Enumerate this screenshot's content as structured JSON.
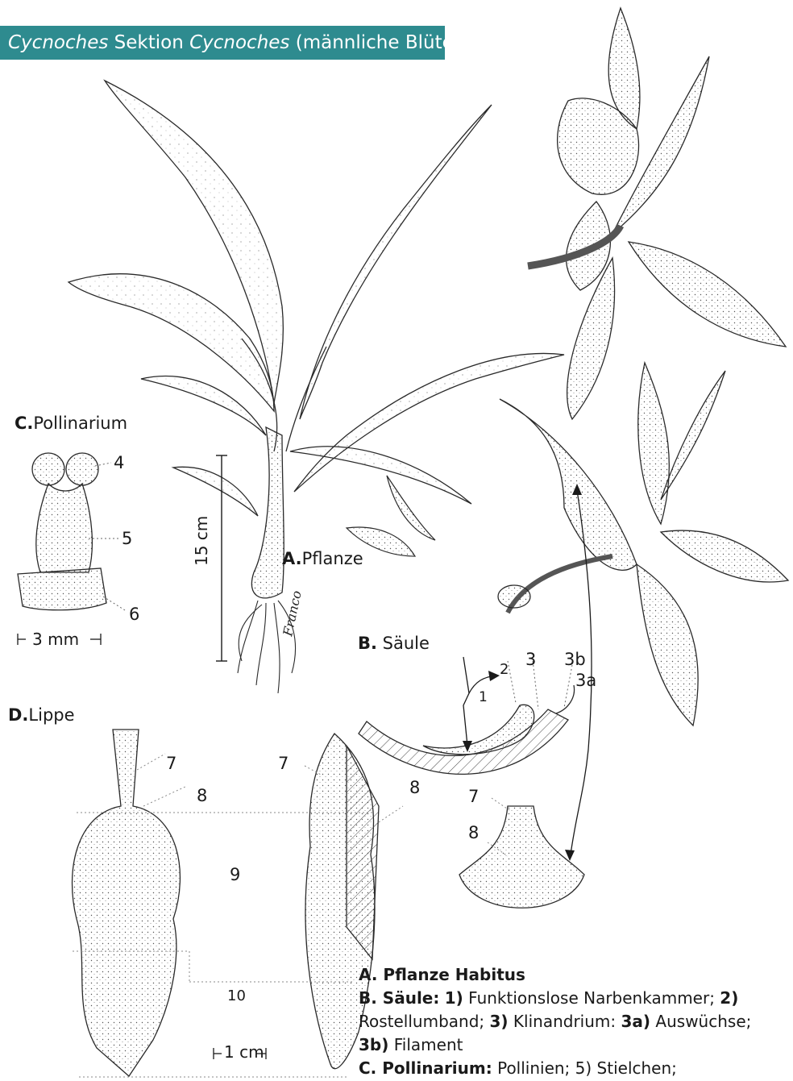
{
  "title": {
    "genus1": "Cycnoches",
    "word": "Sektion",
    "genus2": "Cycnoches",
    "note": "(männliche Blüte)"
  },
  "panels": {
    "a": {
      "letter": "A.",
      "text": "Pflanze"
    },
    "b": {
      "letter": "B.",
      "text": "Säule"
    },
    "c": {
      "letter": "C.",
      "text": "Pollinarium"
    },
    "d": {
      "letter": "D.",
      "text": "Lippe"
    }
  },
  "scales": {
    "plant": "15 cm",
    "pollinarium": "3 mm",
    "lip": "1 cm"
  },
  "numbers": {
    "n1": "1",
    "n2": "2",
    "n3": "3",
    "n3a": "3a",
    "n3b": "3b",
    "n4": "4",
    "n5": "5",
    "n6": "6",
    "n7a": "7",
    "n7b": "7",
    "n7c": "7",
    "n8a": "8",
    "n8b": "8",
    "n8c": "8",
    "n9": "9",
    "n10": "10"
  },
  "signature": "Franco",
  "legend": {
    "a_head": "A. Pflanze Habitus",
    "b_head": "B. Säule:",
    "b_1k": "1)",
    "b_1": "Funktionslose Narbenkammer;",
    "b_2k": "2)",
    "b_2": "Rostellumband;",
    "b_3k": "3)",
    "b_3": "Klinandrium:",
    "b_3ak": "3a)",
    "b_3a": "Auswüchse;",
    "b_3bk": "3b)",
    "b_3b": "Filament",
    "c_head": "C. Pollinarium:",
    "c_text": "Pollinien; 5) Stielchen;"
  }
}
